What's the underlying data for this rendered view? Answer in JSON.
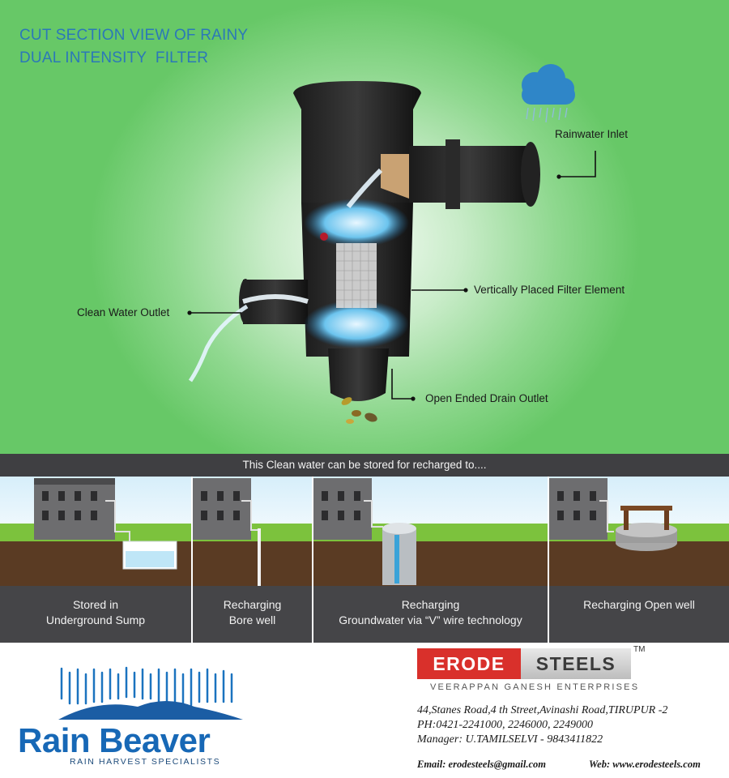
{
  "hero": {
    "title_line1": "CUT SECTION VIEW OF RAINY",
    "title_line2": "DUAL INTENSITY  FILTER",
    "callouts": {
      "rainwater_inlet": "Rainwater Inlet",
      "filter_element": "Vertically Placed Filter Element",
      "clean_outlet": "Clean Water Outlet",
      "drain_outlet": "Open Ended Drain Outlet"
    }
  },
  "strip": {
    "caption": "This Clean water can be stored for recharged to....",
    "panels": [
      {
        "line1": "Stored in",
        "line2": "Underground Sump"
      },
      {
        "line1": "Recharging",
        "line2": "Bore well"
      },
      {
        "line1": "Recharging",
        "line2": "Groundwater via “V” wire technology"
      },
      {
        "line1": "Recharging Open well",
        "line2": ""
      }
    ]
  },
  "brand": {
    "rain_beaver": "Rain Beaver",
    "rain_beaver_tagline": "RAIN HARVEST SPECIALISTS",
    "erode": "ERODE",
    "steels": "STEELS",
    "tm": "TM",
    "company": "VEERAPPAN GANESH ENTERPRISES",
    "address": "44,Stanes Road,4 th Street,Avinashi Road,TIRUPUR -2",
    "phone": "PH:0421-2241000, 2246000, 2249000",
    "manager": "Manager: U.TAMILSELVI - 9843411822",
    "email": "Email: erodesteels@gmail.com",
    "web": "Web: www.erodesteels.com"
  },
  "colors": {
    "title_blue": "#2b78b8",
    "brand_blue": "#1768b6",
    "erode_red": "#d9302b",
    "grass_green": "#7cc23d"
  }
}
